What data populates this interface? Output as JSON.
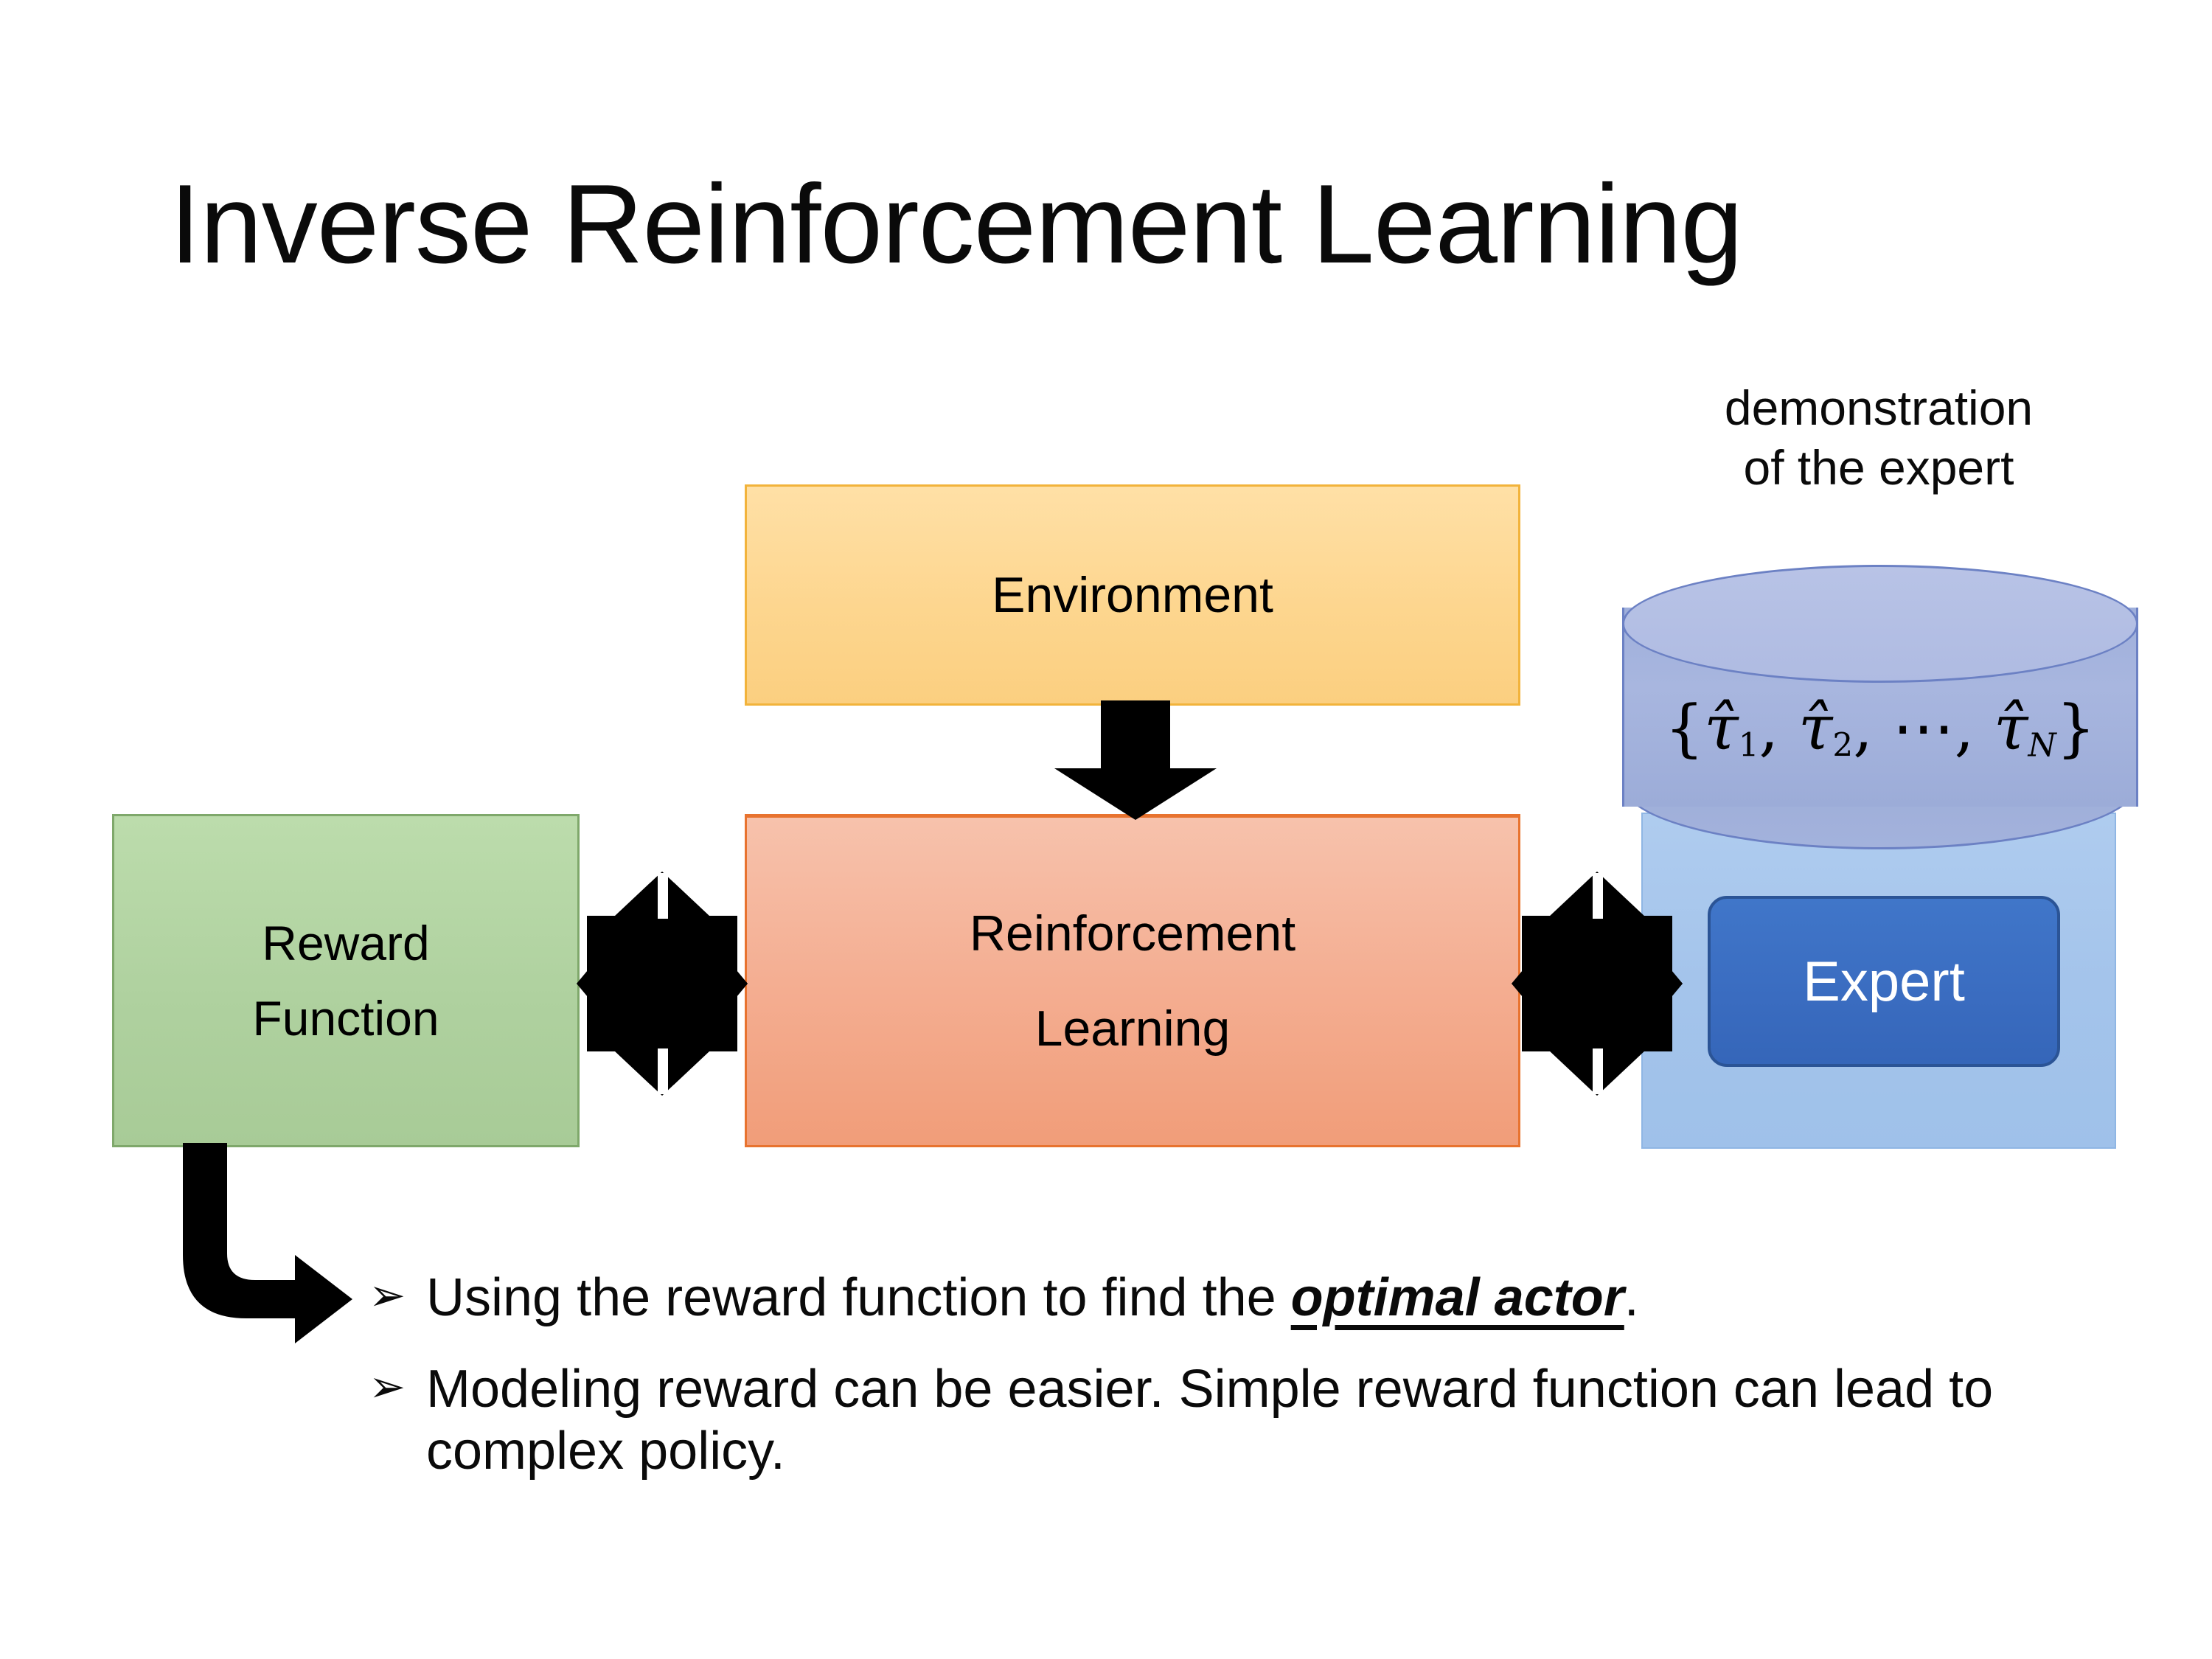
{
  "slide": {
    "title": "Inverse Reinforcement Learning",
    "background_color": "#FFFFFF"
  },
  "diagram": {
    "environment": {
      "label": "Environment",
      "fill_color": "#FDD68F",
      "border_color": "#F2B33B"
    },
    "reward_function": {
      "label_line1": "Reward",
      "label_line2": "Function",
      "fill_color": "#AFD19F",
      "border_color": "#7FA86B"
    },
    "reinforcement_learning": {
      "label_line1": "Reinforcement",
      "label_line2": "Learning",
      "fill_color": "#F4AE92",
      "border_color": "#E8732F"
    },
    "expert_group": {
      "caption_line1": "demonstration",
      "caption_line2": "of the expert",
      "container_fill": "#A4C4EB",
      "cylinder_fill": "#A8B6DF",
      "cylinder_border": "#6C81C4",
      "trajectory_set": {
        "open_brace": "{",
        "tau_symbol": "τ",
        "hat_symbol": "̂",
        "items": [
          "1",
          "2",
          "N"
        ],
        "ellipsis": "⋯",
        "close_brace": "}",
        "plain_text": "{τ̂1, τ̂2, ⋯, τ̂N}"
      },
      "expert_button": {
        "label": "Expert",
        "fill_color": "#3A6CC0",
        "border_color": "#2B5496",
        "text_color": "#FFFFFF"
      }
    },
    "connectors": [
      {
        "name": "environment-to-rl-arrow",
        "kind": "down-block-arrow",
        "from": "Environment",
        "to": "Reinforcement Learning",
        "color": "#000000"
      },
      {
        "name": "reward-rl-double-arrow",
        "kind": "four-way-arrow",
        "from": "Reward Function",
        "to": "Reinforcement Learning",
        "color": "#000000"
      },
      {
        "name": "rl-expert-double-arrow",
        "kind": "four-way-arrow",
        "from": "Reinforcement Learning",
        "to": "Expert",
        "color": "#000000"
      },
      {
        "name": "reward-to-bullets-elbow-arrow",
        "kind": "elbow-arrow-right",
        "from": "Reward Function",
        "to": "bullet list",
        "color": "#000000"
      }
    ]
  },
  "bullets": [
    {
      "marker": "➢",
      "prefix": "Using the reward function to find the ",
      "emphasis": "optimal actor",
      "suffix": "."
    },
    {
      "marker": "➢",
      "prefix": "Modeling reward can be easier. Simple reward function can lead to complex policy.",
      "emphasis": "",
      "suffix": ""
    }
  ]
}
